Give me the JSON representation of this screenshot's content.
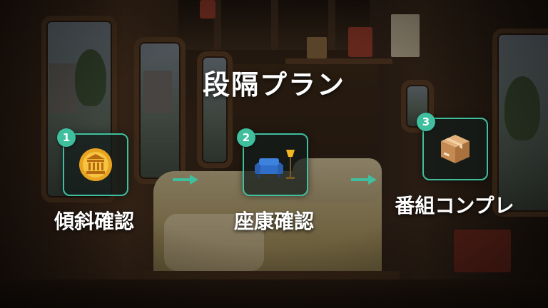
{
  "title": "段隔プラン",
  "steps": [
    {
      "number": "1",
      "label": "傾斜確認",
      "icon": "bank-coin-icon"
    },
    {
      "number": "2",
      "label": "座康確認",
      "icon": "couch-lamp-icon"
    },
    {
      "number": "3",
      "label": "番組コンプレ",
      "icon": "package-box-icon"
    }
  ],
  "colors": {
    "accent": "#3fbf9e",
    "title_text": "#ffffff"
  }
}
